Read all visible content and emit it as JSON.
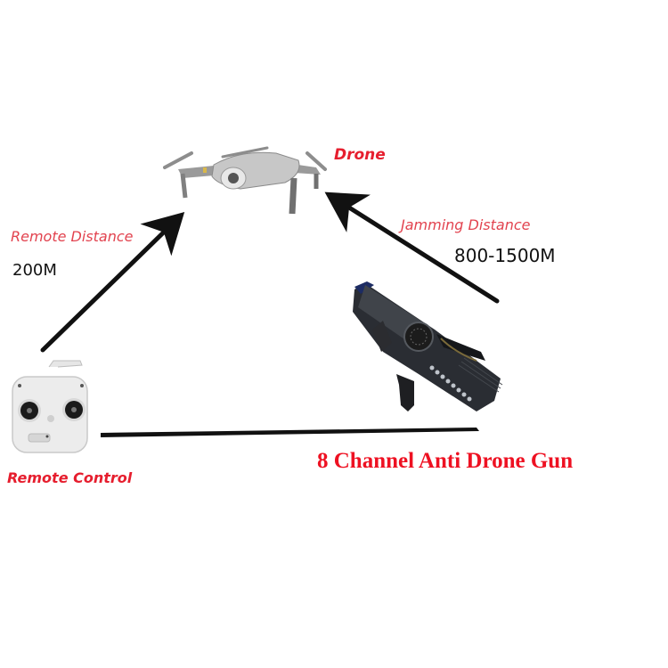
{
  "diagram": {
    "nodes": {
      "drone": {
        "label": "Drone",
        "icon": "drone-icon"
      },
      "remote_control": {
        "label": "Remote Control",
        "icon": "remote-controller-icon"
      },
      "gun": {
        "label": "8 Channel Anti Drone Gun",
        "icon": "jammer-gun-icon"
      }
    },
    "edges": {
      "remote_to_drone": {
        "label": "Remote Distance",
        "value": "200M"
      },
      "gun_to_drone": {
        "label": "Jamming Distance",
        "value": "800-1500M"
      },
      "remote_to_gun": {
        "label": ""
      }
    },
    "colors": {
      "label_red": "#e2434f",
      "title_red": "#ee1122",
      "arrow": "#111111"
    }
  }
}
